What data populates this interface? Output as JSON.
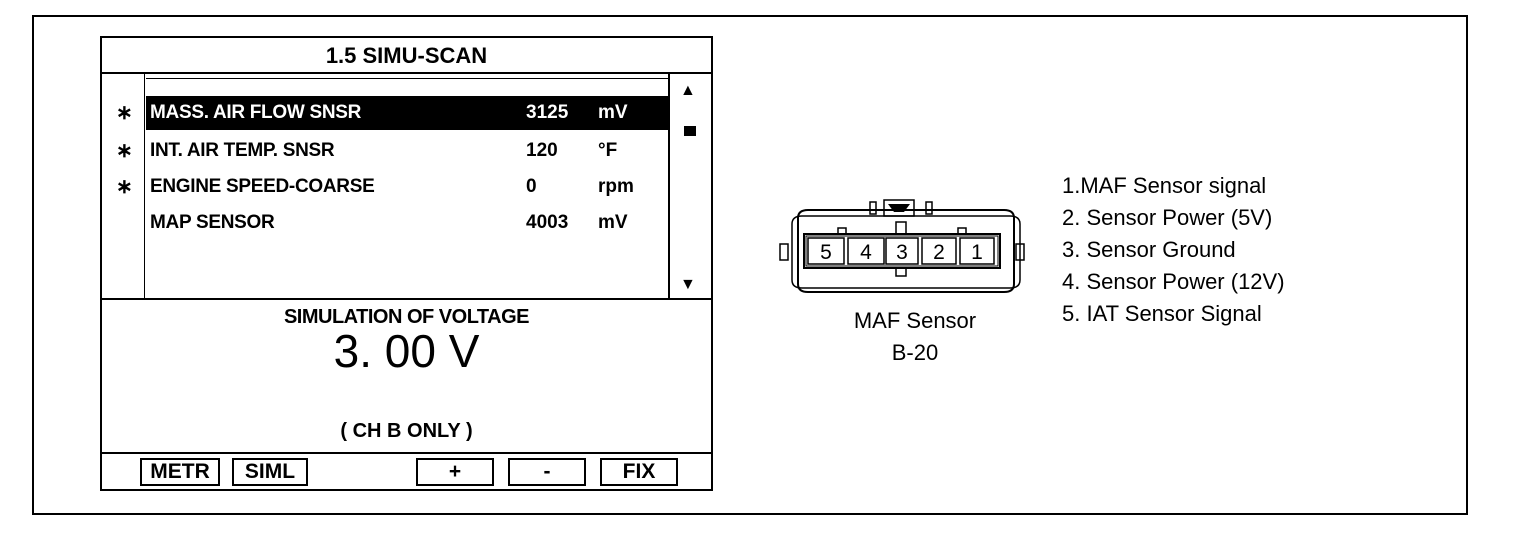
{
  "scanner": {
    "title": "1.5  SIMU-SCAN",
    "rows": [
      {
        "marked": true,
        "star": "∗",
        "name": "MASS.  AIR FLOW SNSR",
        "value": "3125",
        "unit": "mV",
        "selected": true
      },
      {
        "marked": true,
        "star": "∗",
        "name": "INT. AIR TEMP. SNSR",
        "value": "120",
        "unit": "°F",
        "selected": false
      },
      {
        "marked": true,
        "star": "∗",
        "name": "ENGINE SPEED-COARSE",
        "value": "0",
        "unit": "rpm",
        "selected": false
      },
      {
        "marked": false,
        "star": "",
        "name": "MAP SENSOR",
        "value": "4003",
        "unit": "mV",
        "selected": false
      }
    ],
    "simulation_label": "SIMULATION OF VOLTAGE",
    "simulation_value": "3. 00  V",
    "channel_note": "(    CH  B  ONLY    )",
    "softkeys": {
      "metr": "METR",
      "siml": "SIML",
      "plus": "+",
      "minus": "-",
      "fix": "FIX"
    }
  },
  "connector": {
    "pins": [
      "5",
      "4",
      "3",
      "2",
      "1"
    ],
    "caption_line1": "MAF Sensor",
    "caption_line2": "B-20"
  },
  "pin_legend": [
    "1.MAF Sensor signal",
    "2. Sensor Power (5V)",
    "3. Sensor Ground",
    "4. Sensor Power (12V)",
    "5. IAT Sensor Signal"
  ]
}
